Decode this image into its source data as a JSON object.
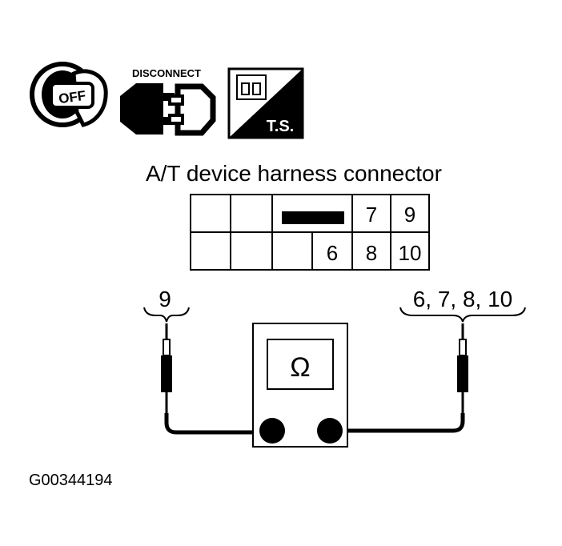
{
  "icons": {
    "ignition": {
      "icon": "ignition-key-icon",
      "label": "OFF"
    },
    "disconnect": {
      "icon": "connector-disconnect-icon",
      "label": "DISCONNECT"
    },
    "ts": {
      "icon": "terminal-side-icon",
      "label": "T.S."
    }
  },
  "connector": {
    "title": "A/T device harness connector",
    "pins": {
      "p7": "7",
      "p9": "9",
      "p6": "6",
      "p8": "8",
      "p10": "10"
    }
  },
  "probes": {
    "left_label": "9",
    "right_label": "6, 7, 8, 10"
  },
  "meter": {
    "symbol": "Ω"
  },
  "figure_id": "G00344194"
}
